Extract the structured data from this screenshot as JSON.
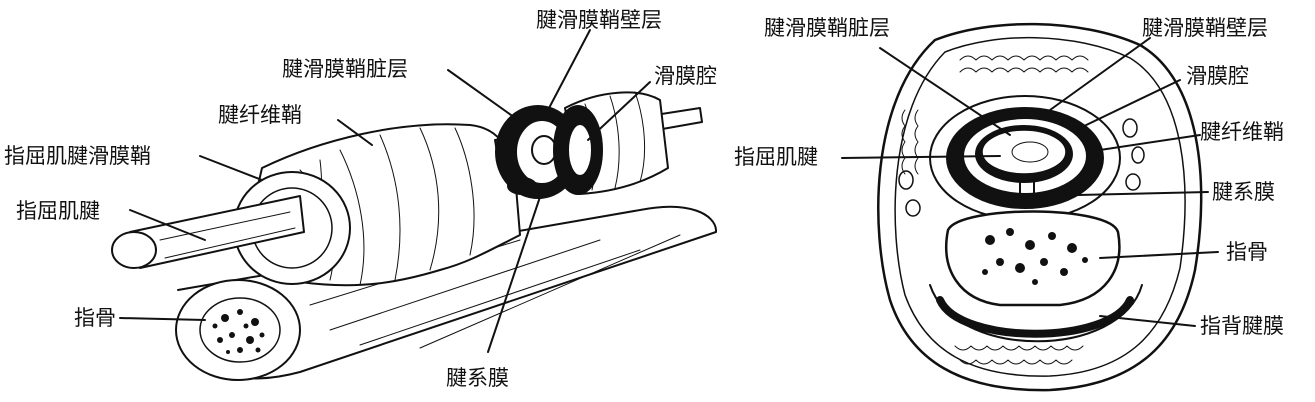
{
  "left_figure": {
    "labels": {
      "parietal_layer": "腱滑膜鞘壁层",
      "visceral_layer": "腱滑膜鞘脏层",
      "synovial_cavity": "滑膜腔",
      "fibrous_sheath": "腱纤维鞘",
      "flexor_synovial_sheath": "指屈肌腱滑膜鞘",
      "flexor_tendon": "指屈肌腱",
      "phalanx": "指骨",
      "mesotendon": "腱系膜"
    }
  },
  "right_figure": {
    "labels": {
      "visceral_layer": "腱滑膜鞘脏层",
      "parietal_layer": "腱滑膜鞘壁层",
      "synovial_cavity": "滑膜腔",
      "fibrous_sheath": "腱纤维鞘",
      "flexor_tendon": "指屈肌腱",
      "mesotendon": "腱系膜",
      "phalanx": "指骨",
      "dorsal_aponeurosis": "指背腱膜"
    }
  },
  "colors": {
    "ink": "#111111",
    "paper": "#ffffff"
  }
}
